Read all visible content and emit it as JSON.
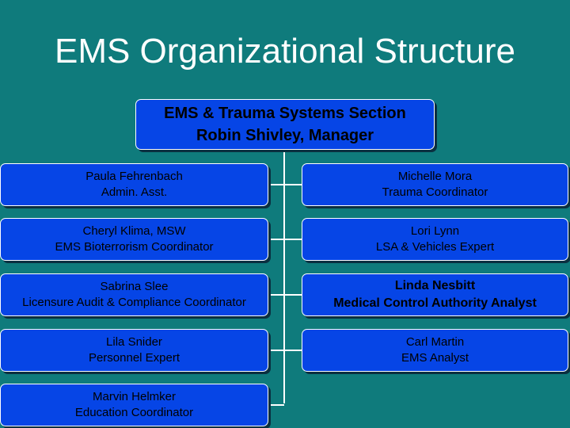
{
  "title": "EMS Organizational Structure",
  "head": {
    "line1": "EMS & Trauma Systems Section",
    "line2": "Robin Shivley, Manager"
  },
  "left": [
    {
      "name": "Paula Fehrenbach",
      "role": "Admin. Asst."
    },
    {
      "name": "Cheryl Klima, MSW",
      "role": "EMS Bioterrorism Coordinator"
    },
    {
      "name": "Sabrina Slee",
      "role": "Licensure Audit & Compliance Coordinator"
    },
    {
      "name": "Lila Snider",
      "role": "Personnel Expert"
    },
    {
      "name": "Marvin Helmker",
      "role": "Education Coordinator"
    }
  ],
  "right": [
    {
      "name": "Michelle Mora",
      "role": "Trauma Coordinator"
    },
    {
      "name": "Lori Lynn",
      "role": "LSA & Vehicles Expert"
    },
    {
      "name": "Linda Nesbitt",
      "role": "Medical Control Authority Analyst"
    },
    {
      "name": "Carl Martin",
      "role": "EMS Analyst"
    }
  ],
  "colors": {
    "background": "#0f7b7c",
    "box": "#0645e6",
    "connector": "#ffffff"
  }
}
